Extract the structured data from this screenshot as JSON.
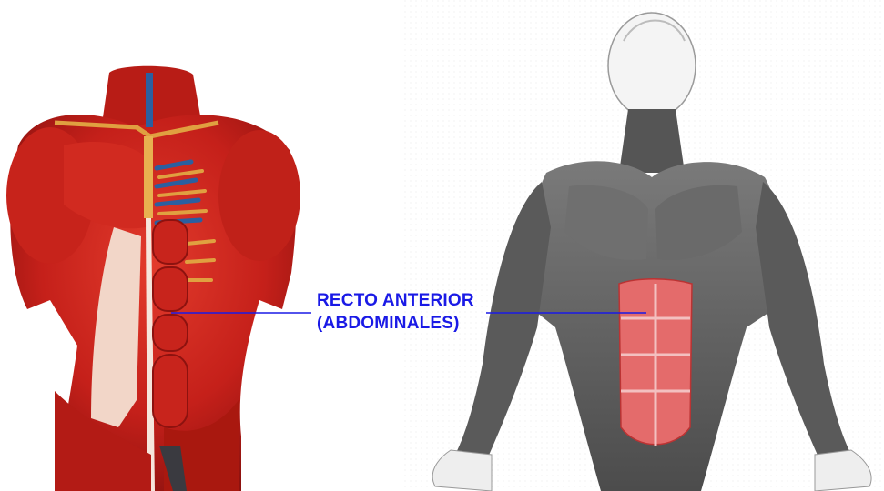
{
  "annotation": {
    "line1": "RECTO ANTERIOR",
    "line2": "(ABDOMINALES)",
    "color": "#1a1ae6"
  },
  "figures": [
    {
      "name": "muscular-torso-color",
      "palette": "red"
    },
    {
      "name": "muscular-figure-grayscale",
      "palette": "gray",
      "highlight": "red"
    }
  ]
}
